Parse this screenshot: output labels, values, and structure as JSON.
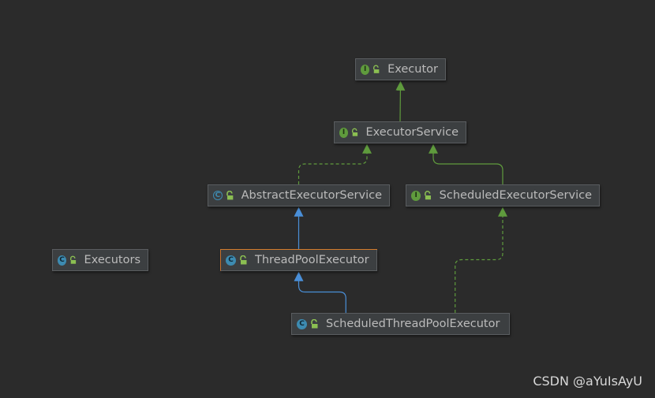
{
  "nodes": [
    {
      "id": "executor",
      "label": "Executor",
      "kind": "interface"
    },
    {
      "id": "executor-service",
      "label": "ExecutorService",
      "kind": "interface"
    },
    {
      "id": "abstract-executor-service",
      "label": "AbstractExecutorService",
      "kind": "abstract"
    },
    {
      "id": "scheduled-executor-service",
      "label": "ScheduledExecutorService",
      "kind": "interface"
    },
    {
      "id": "executors",
      "label": "Executors",
      "kind": "class"
    },
    {
      "id": "thread-pool-executor",
      "label": "ThreadPoolExecutor",
      "kind": "class"
    },
    {
      "id": "scheduled-thread-pool-executor",
      "label": "ScheduledThreadPoolExecutor",
      "kind": "class"
    }
  ],
  "edges": [
    {
      "from": "executor-service",
      "to": "executor",
      "type": "extends"
    },
    {
      "from": "abstract-executor-service",
      "to": "executor-service",
      "type": "implements"
    },
    {
      "from": "scheduled-executor-service",
      "to": "executor-service",
      "type": "extends"
    },
    {
      "from": "thread-pool-executor",
      "to": "abstract-executor-service",
      "type": "extends-class"
    },
    {
      "from": "scheduled-thread-pool-executor",
      "to": "thread-pool-executor",
      "type": "extends-class"
    },
    {
      "from": "scheduled-thread-pool-executor",
      "to": "scheduled-executor-service",
      "type": "implements"
    }
  ],
  "kind_badges": {
    "interface": "I",
    "class": "C",
    "abstract": "C"
  },
  "colors": {
    "background": "#2b2b2b",
    "interface_edge": "#5f9b3d",
    "class_edge": "#4a8fd8",
    "selected_border": "#d47c2c"
  },
  "selected": "thread-pool-executor",
  "watermark": "CSDN @aYuIsAyU"
}
